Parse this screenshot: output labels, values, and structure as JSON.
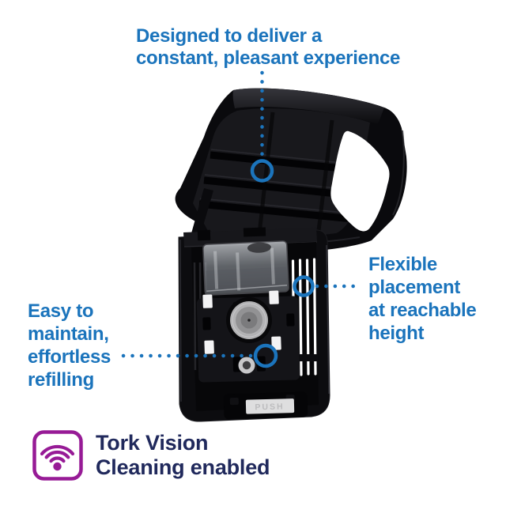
{
  "page": {
    "background": "#ffffff",
    "description": "Black Tork dispenser with open cover, annotated with feature callouts"
  },
  "colors": {
    "callout_blue": "#1B74BC",
    "footer_navy": "#20295C",
    "badge_purple": "#971B96",
    "product_black": "#0B0B0E"
  },
  "callouts": {
    "top": {
      "lines": [
        "Designed to deliver a",
        "constant, pleasant experience"
      ]
    },
    "right": {
      "lines": [
        "Flexible",
        "placement",
        "at reachable",
        "height"
      ]
    },
    "left": {
      "lines": [
        "Easy to",
        "maintain,",
        "effortless",
        "refilling"
      ]
    }
  },
  "product": {
    "push_label": "PUSH"
  },
  "footer": {
    "icon": "wifi-signal-icon",
    "lines": [
      "Tork Vision",
      "Cleaning enabled"
    ]
  }
}
